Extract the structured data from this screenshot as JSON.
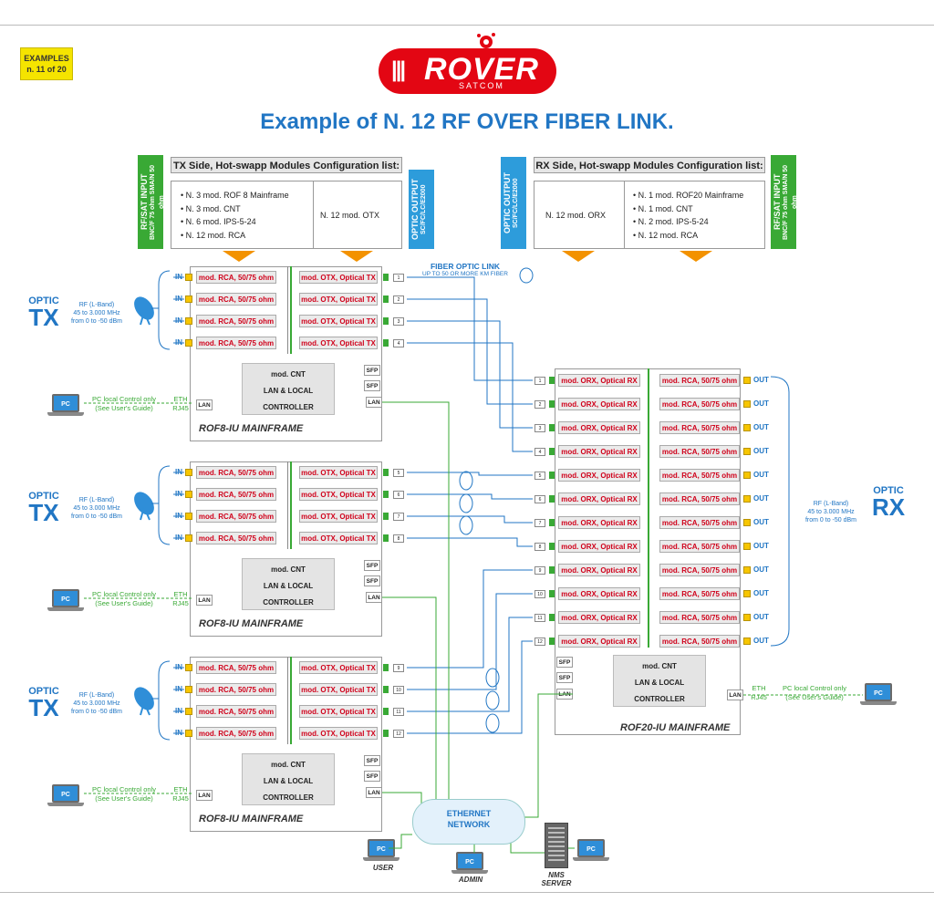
{
  "badge": {
    "line1": "EXAMPLES",
    "line2": "n. 11 of 20"
  },
  "logo": {
    "name": "ROVER",
    "sub": "SATCOM"
  },
  "title": "Example of N. 12 RF OVER FIBER LINK.",
  "tx_config": {
    "header": "TX Side, Hot-swapp Modules Configuration list:",
    "left": [
      "N. 3 mod. ROF 8 Mainframe",
      "N. 3 mod. CNT",
      "N. 6 mod. IPS-5-24",
      "N. 12 mod. RCA"
    ],
    "right": "N. 12 mod. OTX"
  },
  "rx_config": {
    "header": "RX Side, Hot-swapp Modules Configuration list:",
    "left": "N. 12 mod. ORX",
    "right": [
      "N. 1 mod. ROF20 Mainframe",
      "N. 1 mod. CNT",
      "N. 2 mod. IPS-5-24",
      "N. 12 mod. RCA"
    ]
  },
  "side_labels": {
    "rf_input": "RF/SAT INPUT",
    "rf_input_sub": "BNC/F 75 ohm SMA/N 50 ohm",
    "optic_output": "OPTIC OUTPUT",
    "optic_output_sub": "SC/FC/LC/E2000"
  },
  "colors": {
    "blue": "#2176c4",
    "green": "#39a935",
    "red": "#e30613",
    "orange": "#f39200"
  },
  "fiber": {
    "title": "FIBER OPTIC LINK",
    "sub": "UP TO 50 OR MORE KM FIBER"
  },
  "tx_module": {
    "rca": "mod. RCA, 50/75 ohm",
    "otx": "mod. OTX, Optical TX",
    "in": "IN"
  },
  "rx_module": {
    "orx": "mod. ORX, Optical RX",
    "rca": "mod. RCA, 50/75 ohm",
    "out": "OUT"
  },
  "cnt": {
    "l1": "mod. CNT",
    "l2": "LAN & LOCAL",
    "l3": "CONTROLLER"
  },
  "ports": {
    "sfp": "SFP",
    "lan": "LAN",
    "eth": "ETH",
    "rj45": "RJ45"
  },
  "optic_tx": {
    "small": "OPTIC",
    "large": "TX"
  },
  "optic_rx": {
    "small": "OPTIC",
    "large": "RX"
  },
  "rf_spec": {
    "l1": "RF (L-Band)",
    "l2": "45 to 3.000 MHz",
    "l3": "from 0 to -50 dBm"
  },
  "pc_control": {
    "l1": "PC local Control only",
    "l2": "(See User's Guide)"
  },
  "pc_label": "PC",
  "tx_mainframe_name": "ROF8-IU MAINFRAME",
  "rx_mainframe_name": "ROF20-IU MAINFRAME",
  "network": {
    "l1": "ETHERNET",
    "l2": "NETWORK"
  },
  "devices": {
    "user": "USER",
    "admin": "ADMIN",
    "nms1": "NMS",
    "nms2": "SERVER"
  },
  "tx_channels": [
    [
      "1",
      "2",
      "3",
      "4"
    ],
    [
      "5",
      "6",
      "7",
      "8"
    ],
    [
      "9",
      "10",
      "11",
      "12"
    ]
  ],
  "rx_channels": [
    "1",
    "2",
    "3",
    "4",
    "5",
    "6",
    "7",
    "8",
    "9",
    "10",
    "11",
    "12"
  ]
}
